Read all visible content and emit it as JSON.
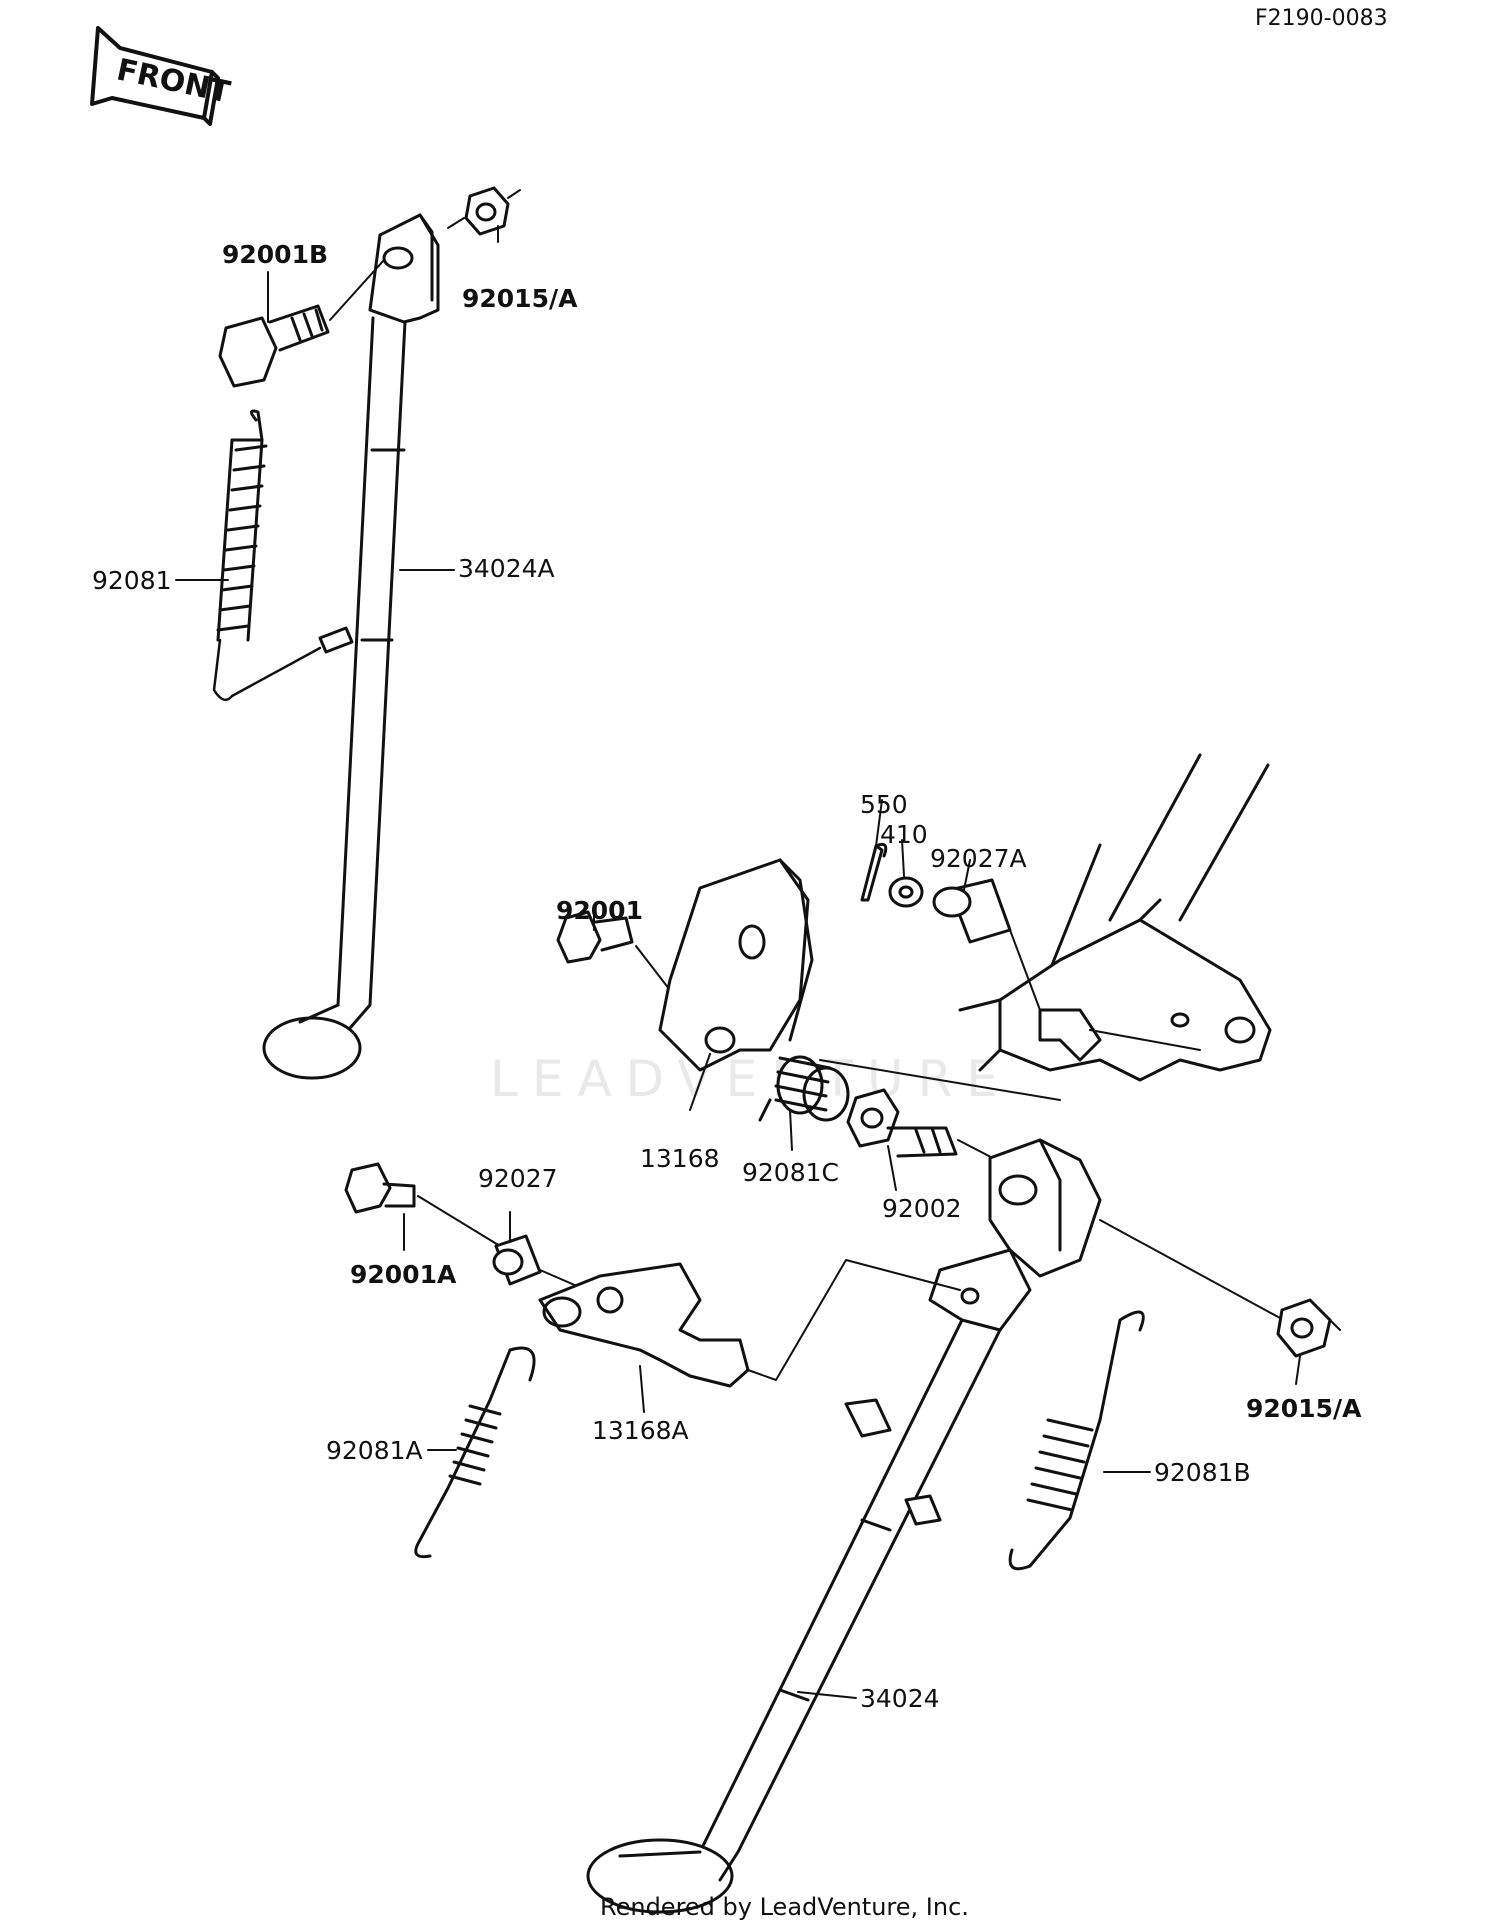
{
  "figure_code": "F2190-0083",
  "front_label": "FRONT",
  "watermark": "LEADVENTURE",
  "footer": "Rendered by LeadVenture, Inc.",
  "parts": [
    {
      "id": "p1",
      "number": "92001B"
    },
    {
      "id": "p2",
      "number": "92015/A"
    },
    {
      "id": "p3",
      "number": "34024A"
    },
    {
      "id": "p4",
      "number": "92081"
    },
    {
      "id": "p5",
      "number": "550"
    },
    {
      "id": "p6",
      "number": "410"
    },
    {
      "id": "p7",
      "number": "92027A"
    },
    {
      "id": "p8",
      "number": "92001"
    },
    {
      "id": "p9",
      "number": "13168"
    },
    {
      "id": "p10",
      "number": "92081C"
    },
    {
      "id": "p11",
      "number": "92002"
    },
    {
      "id": "p12",
      "number": "92027"
    },
    {
      "id": "p13",
      "number": "92001A"
    },
    {
      "id": "p14",
      "number": "13168A"
    },
    {
      "id": "p15",
      "number": "92015/A"
    },
    {
      "id": "p16",
      "number": "92081A"
    },
    {
      "id": "p17",
      "number": "92081B"
    },
    {
      "id": "p18",
      "number": "34024"
    }
  ]
}
